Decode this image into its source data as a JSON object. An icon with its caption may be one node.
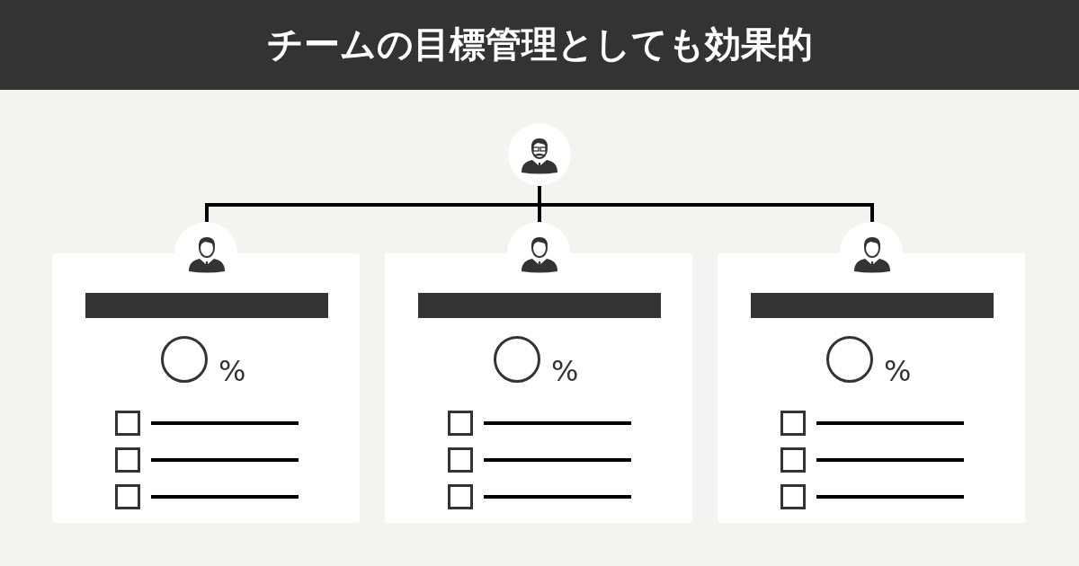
{
  "diagram": {
    "title": "チームの目標管理としても効果的",
    "nodes": [
      {
        "text": [],
        "shape": "person"
      },
      {
        "text": [
          "%"
        ]
      },
      {
        "text": [],
        "shape": "person",
        "in": 1
      },
      {
        "text": [
          "%"
        ]
      },
      {
        "text": [],
        "shape": "person",
        "in": 3
      },
      {
        "text": [
          "%"
        ]
      },
      {
        "text": [],
        "shape": "person",
        "in": 5
      }
    ],
    "edges": [
      {
        "from": 0,
        "to": 2,
        "arrow": "none"
      },
      {
        "from": 0,
        "to": 4,
        "arrow": "none"
      },
      {
        "from": 0,
        "to": 6,
        "arrow": "none"
      }
    ]
  }
}
